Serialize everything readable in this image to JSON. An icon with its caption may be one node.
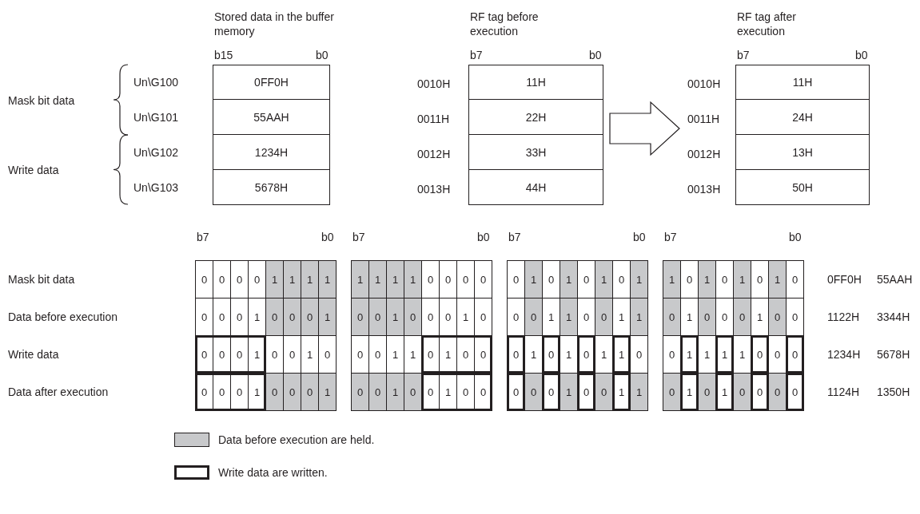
{
  "diagram": {
    "nodes": [
      {
        "text": [
          "Stored data in the buffer memory"
        ]
      },
      {
        "text": [
          "0FF0H"
        ],
        "in": 0
      },
      {
        "text": [
          "55AAH"
        ],
        "in": 0
      },
      {
        "text": [
          "1234H"
        ],
        "in": 0
      },
      {
        "text": [
          "5678H"
        ],
        "in": 0
      },
      {
        "text": [
          "RF tag before execution"
        ]
      },
      {
        "text": [
          "11H"
        ],
        "in": 5
      },
      {
        "text": [
          "22H"
        ],
        "in": 5
      },
      {
        "text": [
          "33H"
        ],
        "in": 5
      },
      {
        "text": [
          "44H"
        ],
        "in": 5
      },
      {
        "text": [
          "RF tag after execution"
        ]
      },
      {
        "text": [
          "11H"
        ],
        "in": 10
      },
      {
        "text": [
          "24H"
        ],
        "in": 10
      },
      {
        "text": [
          "13H"
        ],
        "in": 10
      },
      {
        "text": [
          "50H"
        ],
        "in": 10
      }
    ],
    "edges": [
      {
        "from": 5,
        "to": 10,
        "arrow": "to"
      }
    ],
    "labels": [
      "b15",
      "b0",
      "b7",
      "b0",
      "b7",
      "b0",
      "Un\\G100",
      "0010H",
      "0010H",
      "Mask bit data",
      "Un\\G101",
      "0011H",
      "0011H",
      "Un\\G102",
      "0012H",
      "0012H",
      "Write data",
      "Un\\G103",
      "0013H",
      "0013H",
      "b7",
      "b0",
      "b7",
      "b0",
      "b7",
      "b0",
      "b7",
      "b0",
      "Mask bit data",
      "0",
      "0",
      "0",
      "0",
      "1",
      "1",
      "1",
      "1",
      "1",
      "1",
      "1",
      "1",
      "0",
      "0",
      "0",
      "0",
      "0",
      "1",
      "0",
      "1",
      "0",
      "1",
      "0",
      "1",
      "1",
      "0",
      "1",
      "0",
      "1",
      "0",
      "1",
      "0",
      "0FF0H",
      "55AAH",
      "Data before execution",
      "0",
      "0",
      "0",
      "1",
      "0",
      "0",
      "0",
      "1",
      "0",
      "0",
      "1",
      "0",
      "0",
      "0",
      "1",
      "0",
      "0",
      "0",
      "1",
      "1",
      "0",
      "0",
      "1",
      "1",
      "0",
      "1",
      "0",
      "0",
      "0",
      "1",
      "0",
      "0",
      "1122H",
      "3344H",
      "Write data",
      "0",
      "0",
      "0",
      "1",
      "0",
      "0",
      "1",
      "0",
      "0",
      "0",
      "1",
      "1",
      "0",
      "1",
      "0",
      "0",
      "0",
      "1",
      "0",
      "1",
      "0",
      "1",
      "1",
      "0",
      "0",
      "1",
      "1",
      "1",
      "1",
      "0",
      "0",
      "0",
      "1234H",
      "5678H",
      "Data after execution",
      "0",
      "0",
      "0",
      "1",
      "0",
      "0",
      "0",
      "1",
      "0",
      "0",
      "1",
      "0",
      "0",
      "1",
      "0",
      "0",
      "0",
      "0",
      "0",
      "1",
      "0",
      "0",
      "1",
      "1",
      "0",
      "1",
      "0",
      "1",
      "0",
      "0",
      "0",
      "0",
      "1124H",
      "1350H"
    ],
    "legend": [
      {
        "text": "Data before execution are held.",
        "color": "#c8c9cb"
      },
      {
        "text": "Write data are written."
      }
    ]
  }
}
